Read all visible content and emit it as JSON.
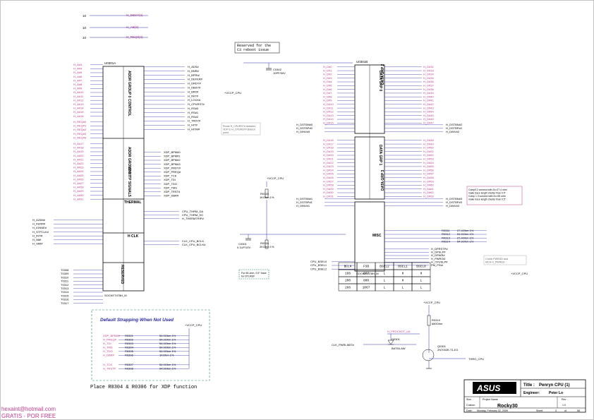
{
  "top_labels": {
    "n1": "10",
    "n2": "10",
    "n3": "10",
    "sig1": "H_DBSY(3)",
    "sig2": "H_AB(3)",
    "sig3": "H_REQ0(3)"
  },
  "u1": {
    "ref": "U0301A",
    "group_labels": [
      "ADDR GROUP 0",
      "CONTROL",
      "ADDR GROUP 1",
      "XDP/ITP SIGNALS",
      "THERMAL",
      "H CLK",
      "RESERVED"
    ],
    "part": "SOCKET478H_M",
    "left_nets": [
      "H_A#3",
      "H_A#4",
      "H_A#5",
      "H_A#6",
      "H_A#7",
      "H_A#8",
      "H_A#9",
      "H_A#10",
      "H_A#11",
      "H_A#12",
      "H_A#13",
      "H_A#14",
      "H_A#15",
      "H_A#16"
    ],
    "left_nets2": [
      "H_REQ#0",
      "H_REQ#1",
      "H_REQ#2",
      "H_REQ#3",
      "H_REQ#4"
    ],
    "left_nets3": [
      "H_A#17",
      "H_A#18",
      "H_A#19",
      "H_A#20",
      "H_A#21",
      "H_A#22",
      "H_A#23",
      "H_A#24",
      "H_A#25",
      "H_A#26",
      "H_A#27",
      "H_A#28",
      "H_A#29",
      "H_A#30",
      "H_A#31"
    ],
    "ctrl_right": [
      "H_ADS#",
      "H_BNR#",
      "H_BPRI#",
      "H_DEFER#",
      "H_DRDY#",
      "H_DBSY#",
      "H_BR0#",
      "H_INIT#",
      "H_LOCK#",
      "H_CPURST#",
      "H_RS#0",
      "H_RS#1",
      "H_RS#2",
      "H_TRDY#",
      "H_HIT#",
      "H_HITM#"
    ],
    "xdp_right": [
      "XDP_BPM#0",
      "XDP_BPM#1",
      "XDP_BPM#2",
      "XDP_BPM#3",
      "XDP_PRDY#",
      "XDP_PREQ#",
      "XDP_TCK",
      "XDP_TDI",
      "XDP_TDO",
      "XDP_TMS",
      "XDP_TRST#",
      "XDP_DBR#"
    ],
    "therm_right": [
      "CPU_THRM_DA",
      "CPU_THRM_DC",
      "H_THERMTRIP#"
    ],
    "clk_right": [
      "CLK_CPU_BCLK",
      "CLK_CPU_BCLK#"
    ],
    "tp_list": [
      "T0308",
      "T0309",
      "T0310",
      "T0311",
      "T0312",
      "T0313",
      "T0314",
      "T0315",
      "T0316",
      "T0317"
    ],
    "side_left": [
      "H_A20M#",
      "H_FERR#",
      "H_IGNNE#",
      "H_STPCLK#",
      "H_INTR",
      "H_NMI",
      "H_SMI#"
    ]
  },
  "u2": {
    "ref": "U0301B",
    "group_labels": [
      "DATA GRP 0",
      "DATA GRP 2",
      "DATA GRP 1",
      "DATA GRP 3",
      "MISC"
    ],
    "part": "SOCKET478H_M",
    "left_nets": [
      "H_D#0",
      "H_D#1",
      "H_D#2",
      "H_D#3",
      "H_D#4",
      "H_D#5",
      "H_D#6",
      "H_D#7",
      "H_D#8",
      "H_D#9",
      "H_D#10",
      "H_D#11",
      "H_D#12",
      "H_D#13",
      "H_D#14",
      "H_D#15"
    ],
    "right_nets": [
      "H_D#32",
      "H_D#33",
      "H_D#34",
      "H_D#35",
      "H_D#36",
      "H_D#37",
      "H_D#38",
      "H_D#39",
      "H_D#40",
      "H_D#41",
      "H_D#42",
      "H_D#43",
      "H_D#44",
      "H_D#45",
      "H_D#46",
      "H_D#47"
    ],
    "left_nets2": [
      "H_D#16",
      "H_D#17",
      "H_D#18",
      "H_D#19",
      "H_D#20",
      "H_D#21",
      "H_D#22",
      "H_D#23",
      "H_D#24",
      "H_D#25",
      "H_D#26",
      "H_D#27",
      "H_D#28",
      "H_D#29",
      "H_D#30",
      "H_D#31"
    ],
    "right_nets2": [
      "H_D#48",
      "H_D#49",
      "H_D#50",
      "H_D#51",
      "H_D#52",
      "H_D#53",
      "H_D#54",
      "H_D#55",
      "H_D#56",
      "H_D#57",
      "H_D#58",
      "H_D#59",
      "H_D#60",
      "H_D#61",
      "H_D#62",
      "H_D#63"
    ],
    "strobes_l": [
      "H_DSTBN#0",
      "H_DSTBP#0",
      "H_DINV#0"
    ],
    "strobes_r": [
      "H_DSTBN#2",
      "H_DSTBP#2",
      "H_DINV#2"
    ],
    "strobes_l2": [
      "H_DSTBN#1",
      "H_DSTBP#1",
      "H_DINV#1"
    ],
    "strobes_r2": [
      "H_DSTBN#3",
      "H_DSTBP#3",
      "H_DINV#3"
    ],
    "misc_left": [
      "CPU_BSEL0",
      "CPU_BSEL1",
      "CPU_BSEL2"
    ],
    "misc_right": [
      "H_DPRSTP#",
      "H_DPSLP#",
      "H_DPWR#",
      "H_PWRGD",
      "H_CPUSLP#",
      "PM_PSI#"
    ],
    "comp_res": [
      "R0311",
      "R0312",
      "R0313",
      "R0314"
    ],
    "comp_val": [
      "27.4Ohm 1%",
      "54.9Ohm 1%",
      "27.4Ohm 1%",
      "54.9Ohm 1%"
    ]
  },
  "notes": {
    "reserved_box": "Reserved for the\nC3 reboot issue",
    "comp_note": "Comp0,2 connect with Zo=27.4 ohm\nmake trace length shorter than 0.5\"\nComp 1,3 connect with Zo=55 ohm\nmake trace length shorter than 0.5\"",
    "xdp_note": "Route H_CPURST# between\nXDP to H_CPURST# Branch\npoint",
    "pwrgd_note": "Check PWRGD and\nMCH H_PWRGD",
    "stuff_note": "For 65 ohm, 0.5\" trace\nfor DTLREF"
  },
  "bsel_table": {
    "headers": [
      "BCLK",
      "FSB",
      "BSEL2",
      "BSEL1",
      "BSEL0"
    ],
    "rows": [
      [
        "166",
        "667",
        "L",
        "H",
        "H"
      ],
      [
        "200",
        "800",
        "L",
        "H",
        "L"
      ],
      [
        "266",
        "1067",
        "L",
        "L",
        "L"
      ]
    ]
  },
  "strapping": {
    "title": "Default Strapping When Not Used",
    "rail": "+VCCP_CPU",
    "rows": [
      {
        "net": "XDP_BPM#5",
        "ref": "R0301",
        "val": "54.9Ohm 1%"
      },
      {
        "net": "H_PREQ#",
        "ref": "R0302",
        "val": "54.9Ohm 1%"
      },
      {
        "net": "H_TDI",
        "ref": "R0303",
        "val": "54.9Ohm 1%"
      },
      {
        "net": "H_TMS",
        "ref": "R0304",
        "val": "54.9Ohm 1%"
      },
      {
        "net": "H_TDO",
        "ref": "R0305",
        "val": "54.9Ohm 1%"
      },
      {
        "net": "H_DBR#",
        "ref": "R0306",
        "val": "1KOhm 1%"
      },
      {
        "net": "H_TCK",
        "ref": "R0307",
        "val": "54.9Ohm 1%"
      },
      {
        "net": "H_TRST#",
        "ref": "R0308",
        "val": "54.9Ohm 1%"
      }
    ],
    "place_note": "Place R0304 & R0306 for XDP function"
  },
  "pwr_section": {
    "rail": "+VCCP_CPU",
    "res": "R0319",
    "res_val": "680Ohm",
    "diode": "D0301",
    "diode_part": "BAT54-AW",
    "fet": "Q0301",
    "fet_part": "2N7002E-T1-E3",
    "in_net": "H_PROCHOT_U6",
    "left_net": "CLK_PWRLIMIT#",
    "out_net": "THRO_CPU"
  },
  "rails": {
    "vccp": "+VCCP_CPU",
    "gtlref": "+VCCP_CPU",
    "r0315": "R0315",
    "r0315_val": "1KOhm 1%",
    "r0316": "R0316",
    "r0316_val": "2KOhm 1%",
    "c0301": "C0301",
    "c0301_val": "0.1UF/10V",
    "c0302": "C0302",
    "c0302_val": "10PF/50V"
  },
  "title_block": {
    "brand": "ASUS",
    "title_label": "Title :",
    "title": "Penryn CPU (1)",
    "engineer_label": "Engineer:",
    "engineer": "Peter Lo",
    "size_label": "Size",
    "project_label": "Project Name",
    "rev_label": "Rev",
    "size": "Custom",
    "project": "Rocky30",
    "rev": "1.0",
    "date_label": "Date:",
    "date": "Monday, February 02, 2009",
    "sheet_label": "Sheet",
    "sheet": "3",
    "of_label": "of",
    "sheets": "58"
  },
  "watermark": {
    "email": "hexaint@hotmail.com",
    "tag": "GRATIS - POR FREE"
  },
  "colors": {
    "net": "#c03b8c",
    "wire": "#2a2aa8",
    "body": "#000000",
    "green": "#2a8c5a"
  }
}
